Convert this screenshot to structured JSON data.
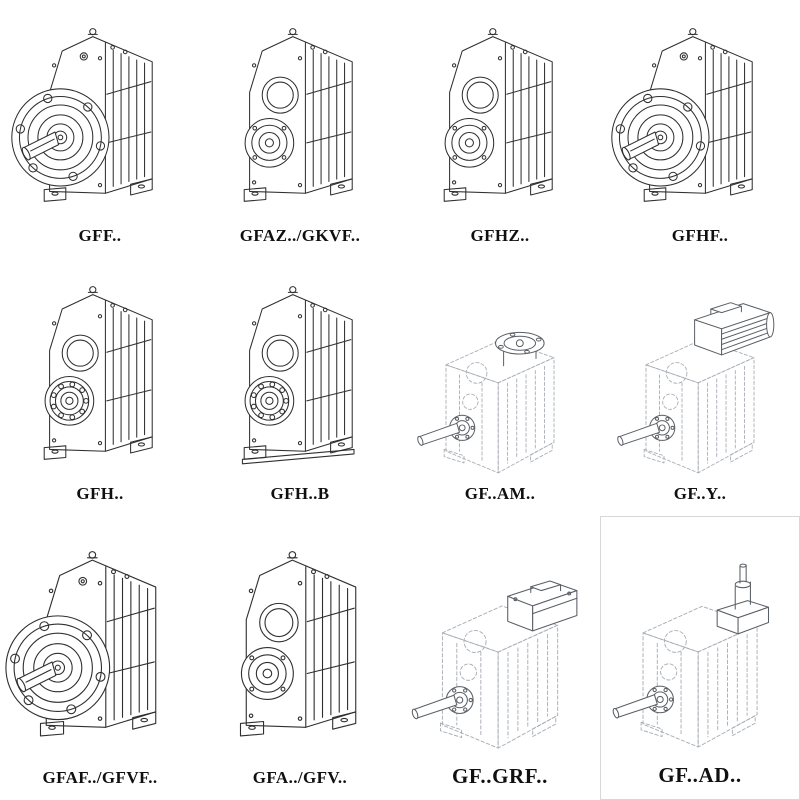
{
  "page": {
    "background": "#ffffff"
  },
  "colors": {
    "ink": "#2f2f2f",
    "ghost": "#a9aeb6",
    "accent": "#5a5f66"
  },
  "catalog": {
    "items": [
      {
        "id": "gff",
        "label": "GFF..",
        "variant": "flange"
      },
      {
        "id": "gfaz-gkvf",
        "label": "GFAZ../GKVF..",
        "variant": "twin-bore"
      },
      {
        "id": "gfhz",
        "label": "GFHZ..",
        "variant": "twin-bore"
      },
      {
        "id": "gfhf",
        "label": "GFHF..",
        "variant": "flange"
      },
      {
        "id": "gfh",
        "label": "GFH..",
        "variant": "bearing"
      },
      {
        "id": "gfh-b",
        "label": "GFH..B",
        "variant": "bearing-base"
      },
      {
        "id": "gf-am",
        "label": "GF..AM..",
        "variant": "am"
      },
      {
        "id": "gf-y",
        "label": "GF..Y..",
        "variant": "y"
      },
      {
        "id": "gfaf-gfvf",
        "label": "GFAF../GFVF..",
        "variant": "flange"
      },
      {
        "id": "gfa-gfv",
        "label": "GFA../GFV..",
        "variant": "twin-bore"
      },
      {
        "id": "gf-grf",
        "label": "GF..GRF..",
        "variant": "grf"
      },
      {
        "id": "gf-ad",
        "label": "GF..AD..",
        "variant": "ad"
      }
    ]
  }
}
